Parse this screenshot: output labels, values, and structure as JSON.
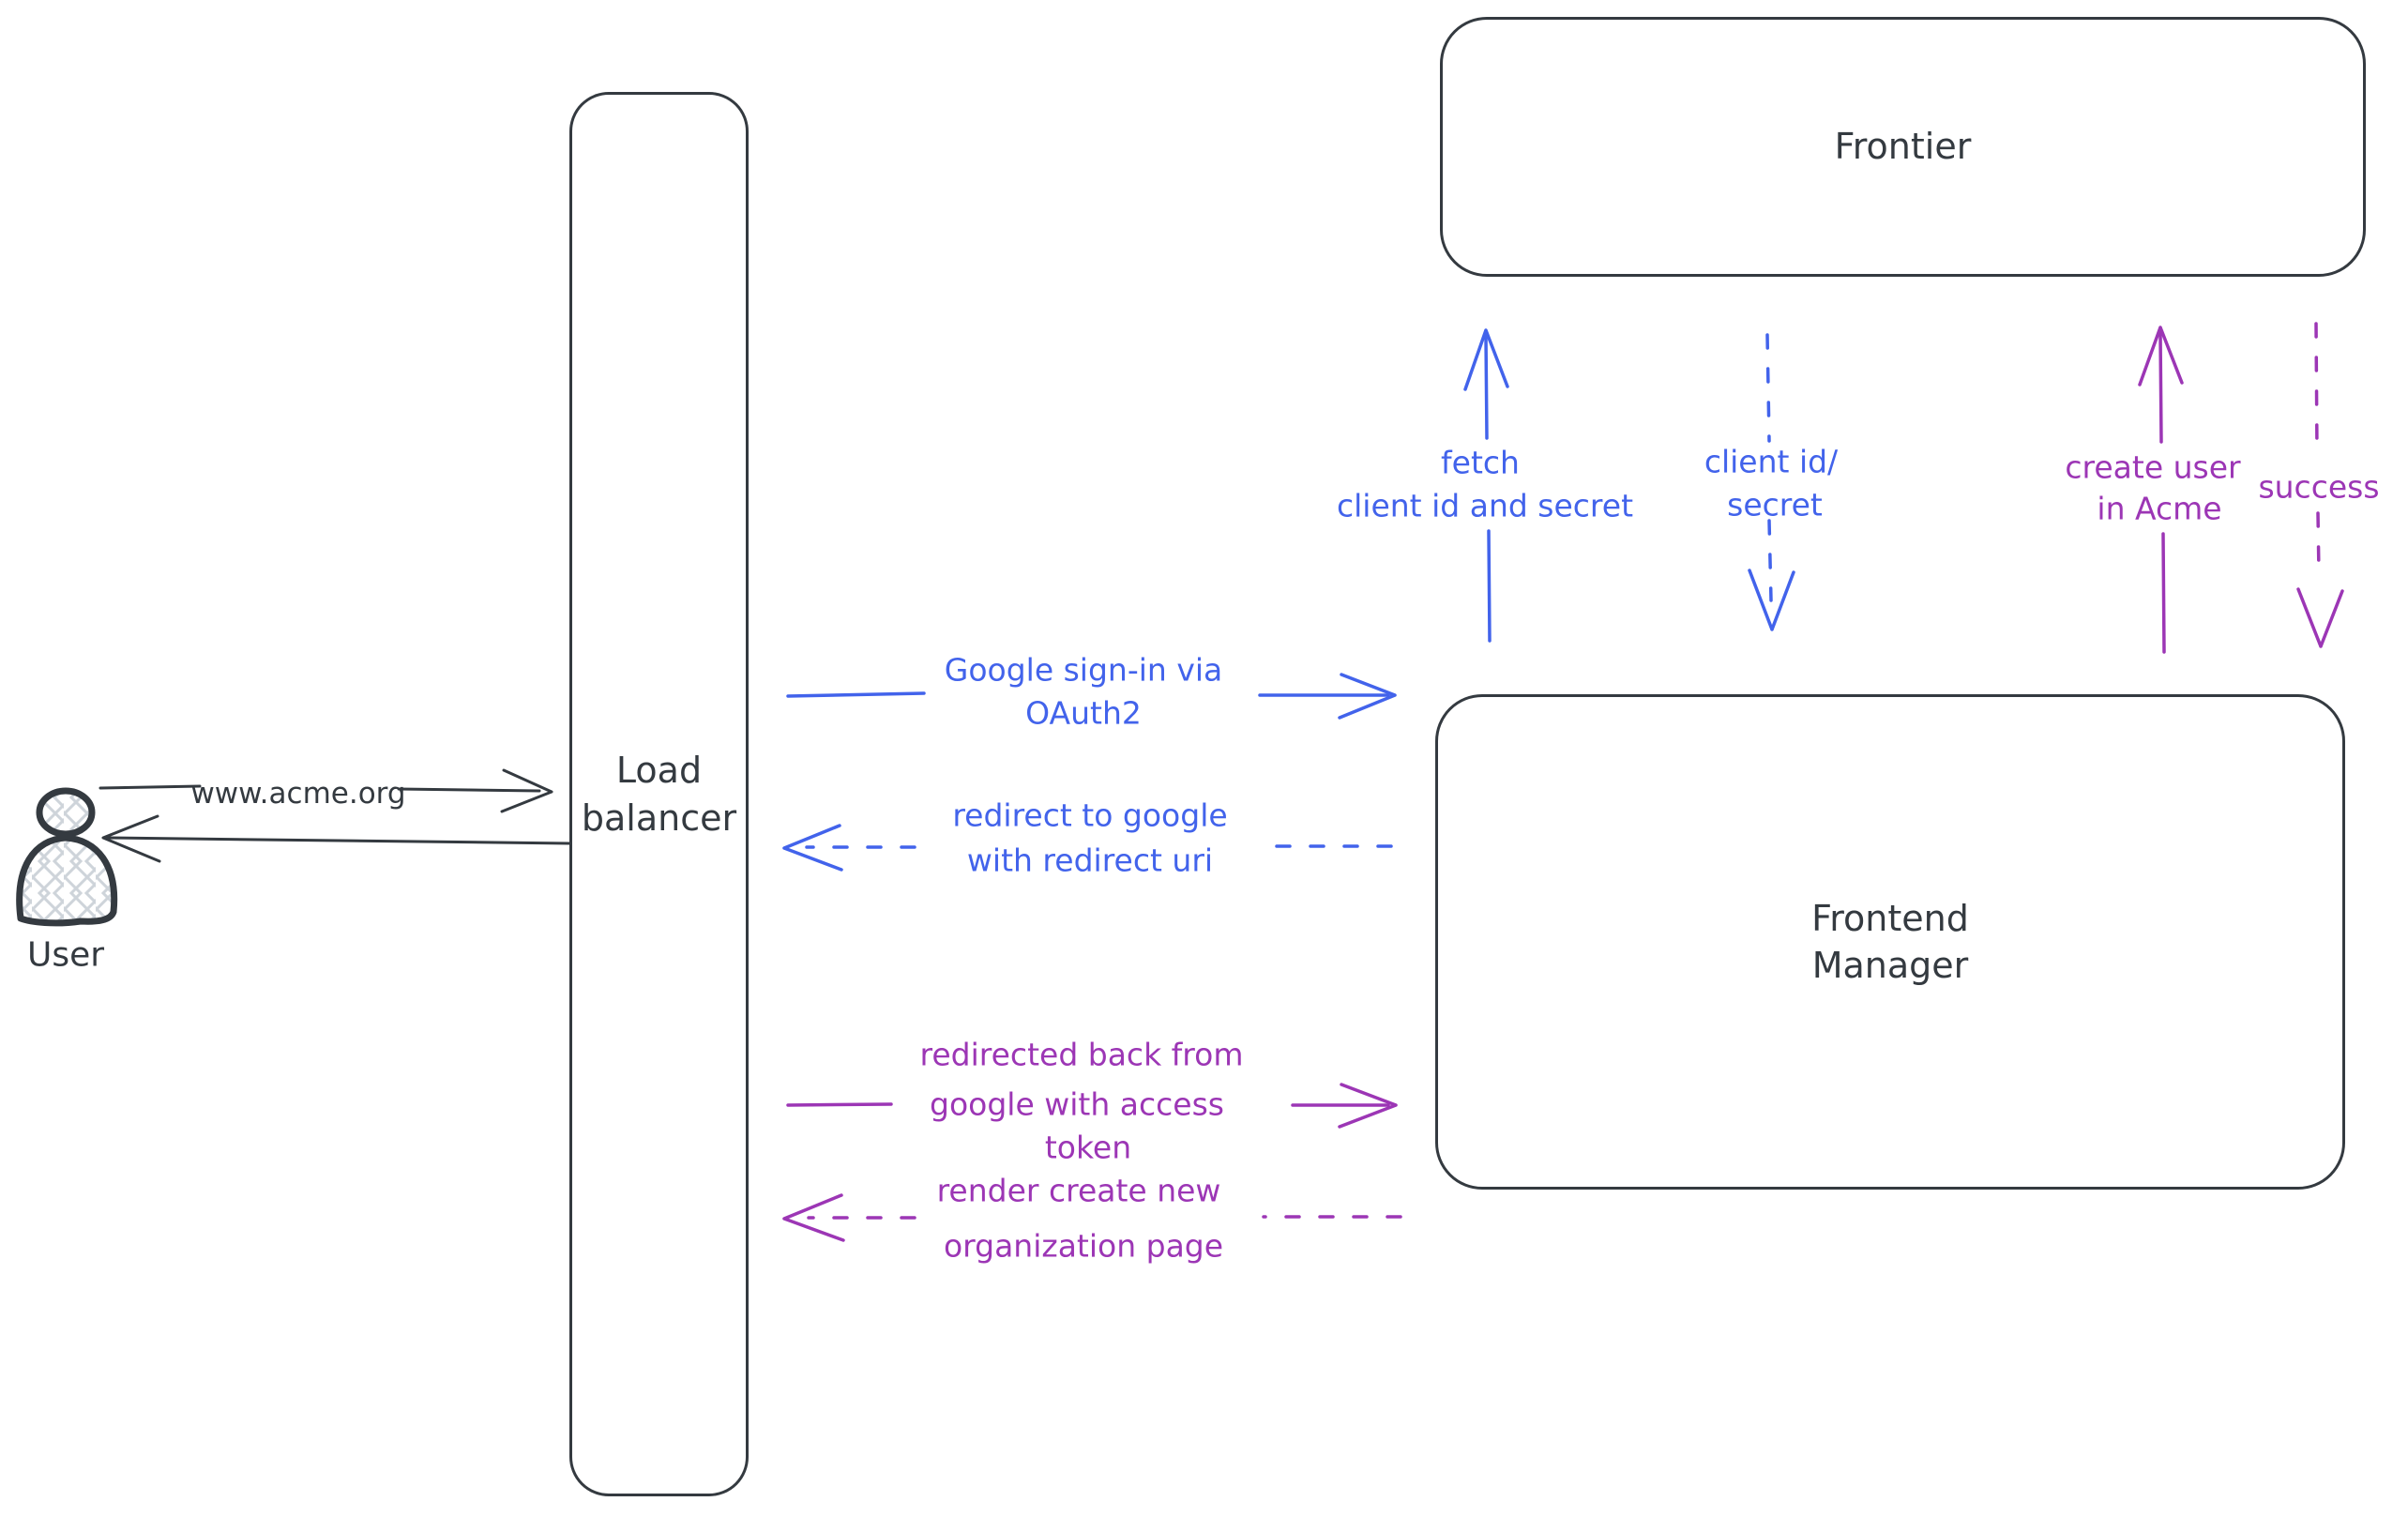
{
  "title": "OAuth sign-in flow diagram",
  "colors": {
    "ink": "#343a40",
    "blue": "#4263eb",
    "purple": "#9c36b5",
    "hatch_fill": "#ced4da",
    "background": "#ffffff"
  },
  "nodes": {
    "user": {
      "label": "User"
    },
    "load_balancer": {
      "line1": "Load",
      "line2": "balancer"
    },
    "frontier": {
      "label": "Frontier"
    },
    "frontend_manager": {
      "line1": "Frontend",
      "line2": "Manager"
    }
  },
  "edges": {
    "www_acme": {
      "label": "www.acme.org",
      "style": "solid",
      "color": "ink"
    },
    "return_to_user": {
      "label": "",
      "style": "solid",
      "color": "ink"
    },
    "google_signin": {
      "line1": "Google sign-in via",
      "line2": "OAuth2",
      "style": "solid",
      "color": "blue"
    },
    "redirect_google": {
      "line1": "redirect to google",
      "line2": "with redirect uri",
      "style": "dashed",
      "color": "blue"
    },
    "fetch_client": {
      "line1": "fetch",
      "line2": "client id and secret",
      "style": "solid",
      "color": "blue"
    },
    "client_id_secret": {
      "line1": "client id/",
      "line2": "secret",
      "style": "dashed",
      "color": "blue"
    },
    "create_user": {
      "line1": "create user",
      "line2": "in Acme",
      "style": "solid",
      "color": "purple"
    },
    "success": {
      "label": "success",
      "style": "dashed",
      "color": "purple"
    },
    "redirected_back": {
      "line1": "redirected back from",
      "line2": "google with access",
      "line3": "token",
      "style": "solid",
      "color": "purple"
    },
    "render_page": {
      "line1": "render create new",
      "line2": "organization page",
      "style": "dashed",
      "color": "purple"
    }
  }
}
